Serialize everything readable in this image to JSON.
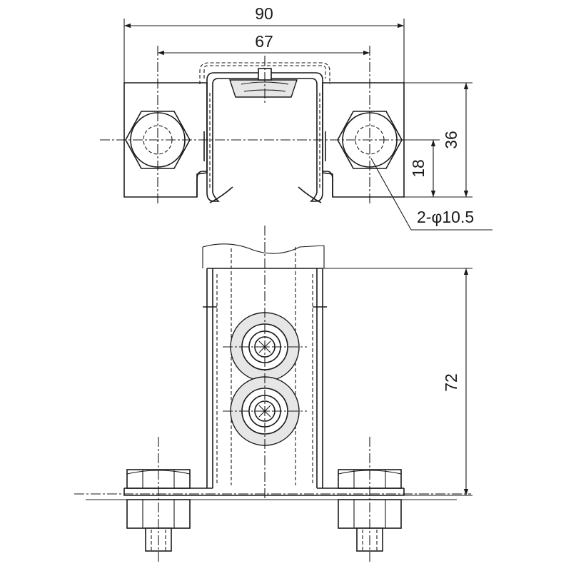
{
  "dimensions": {
    "overall_width": "90",
    "bolt_spacing": "67",
    "bolt_height": "18",
    "base_height": "36",
    "hole_spec": "2-φ10.5",
    "bracket_height": "72"
  },
  "icons": {
    "hex_bolt": "hex-bolt-icon",
    "roller": "roller-wheel-icon",
    "phillips_screw": "phillips-screw-icon"
  },
  "colors": {
    "line": "#1a1a1a",
    "fill_gray": "#d4d4d4",
    "background": "#ffffff"
  }
}
